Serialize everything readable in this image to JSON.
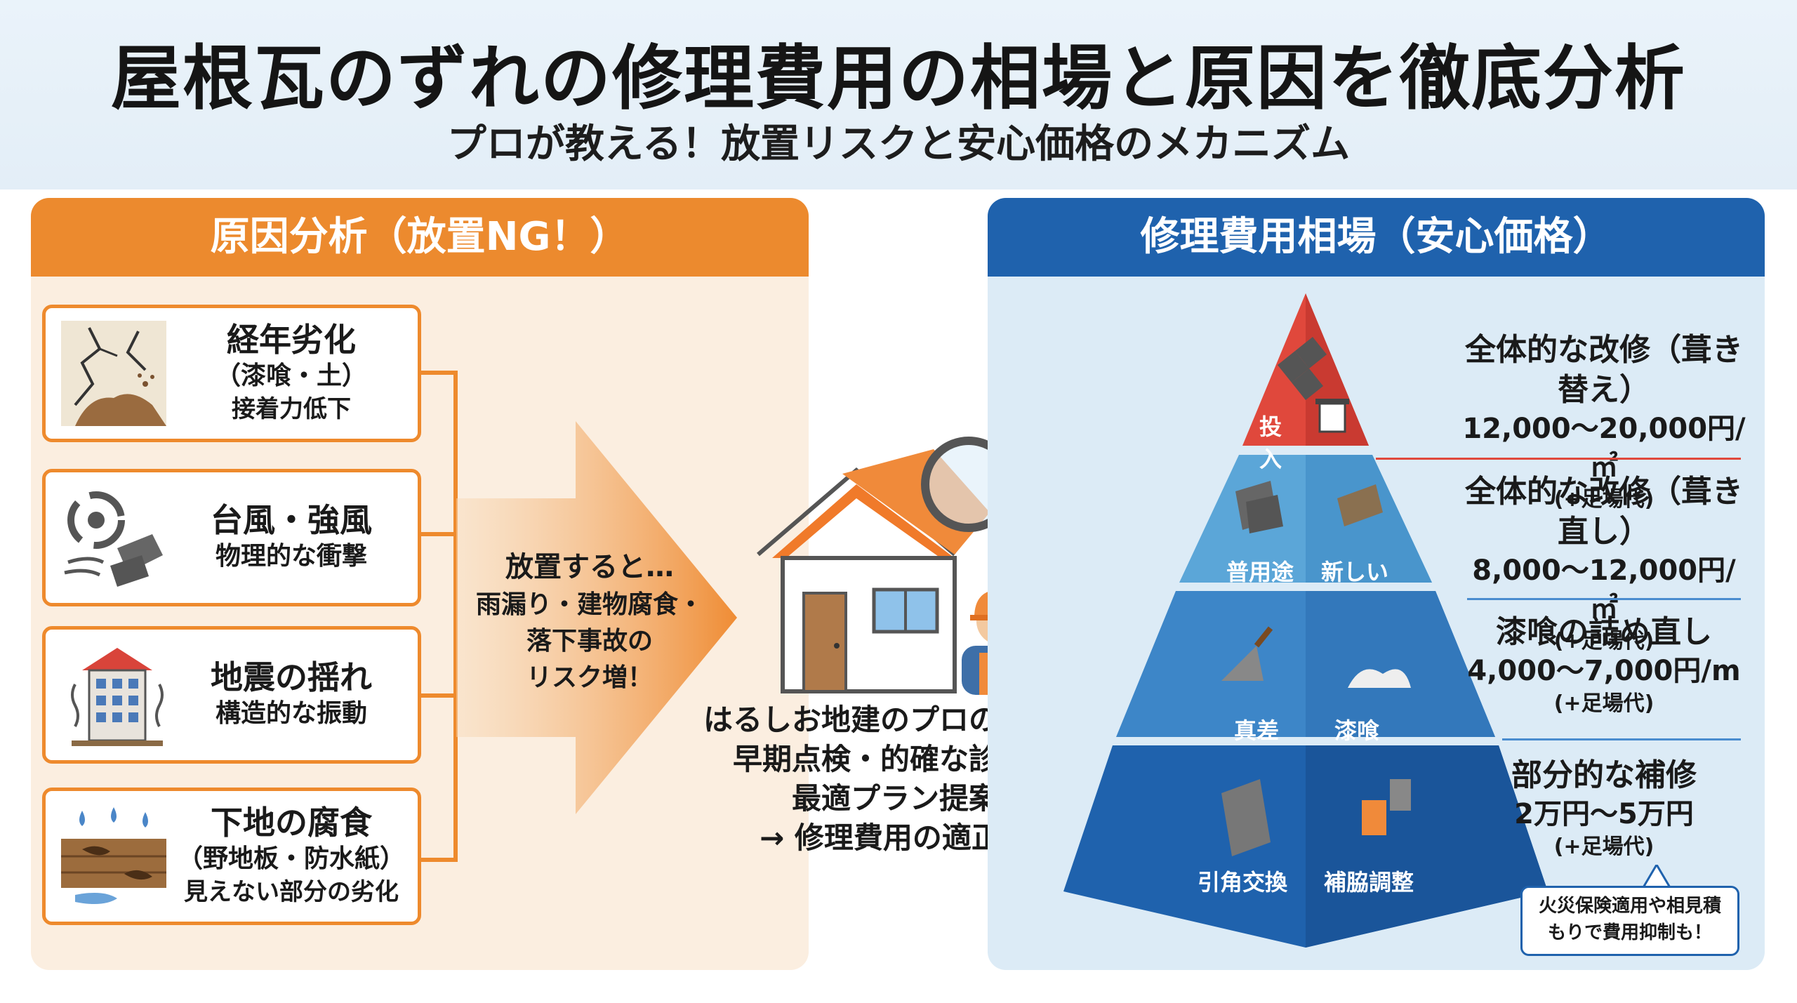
{
  "header": {
    "title": "屋根瓦のずれの修理費用の相場と原因を徹底分析",
    "subtitle": "プロが教える！放置リスクと安心価格のメカニズム"
  },
  "left": {
    "heading": "原因分析（放置NG！）",
    "causes": [
      {
        "title": "経年劣化",
        "line2": "（漆喰・土）",
        "line3": "接着力低下",
        "icon": "cracked-wall-icon"
      },
      {
        "title": "台風・強風",
        "line2": "物理的な衝撃",
        "line3": "",
        "icon": "typhoon-icon"
      },
      {
        "title": "地震の揺れ",
        "line2": "構造的な振動",
        "line3": "",
        "icon": "shaking-building-icon"
      },
      {
        "title": "下地の腐食",
        "line2": "（野地板・防水紙）",
        "line3": "見えない部分の劣化",
        "icon": "rotting-wood-icon"
      }
    ],
    "arrow_title": "放置すると…",
    "arrow_lines": [
      "雨漏り・建物腐食・",
      "落下事故の",
      "リスク増！"
    ]
  },
  "center": {
    "lines": [
      "はるしお地建のプロの対応：",
      "早期点検・的確な診断・",
      "最適プラン提案",
      "→ 修理費用の適正化"
    ]
  },
  "right": {
    "heading": "修理費用相場（安心価格）",
    "pyramid_labels": {
      "top": "投入",
      "tier2_left": "普用途",
      "tier2_right": "新しい",
      "tier3_left": "真差",
      "tier3_right": "漆喰",
      "tier4_left": "引角交換",
      "tier4_right": "補脇調整"
    },
    "tiers": [
      {
        "name": "全体的な改修（葺き替え）",
        "price": "12,000〜20,000円/㎡",
        "sub": "(+足場代)"
      },
      {
        "name": "全体的な改修（葺き直し）",
        "price": "8,000〜12,000円/㎡",
        "sub": "(+足場代)"
      },
      {
        "name": "漆喰の詰め直し",
        "price": "4,000〜7,000円/m",
        "sub": "(+足場代)"
      },
      {
        "name": "部分的な補修",
        "price": "2万円〜5万円",
        "sub": "(+足場代)"
      }
    ],
    "note_lines": [
      "火災保険適用や相見積",
      "もりで費用抑制も！"
    ]
  },
  "colors": {
    "orange": "#ec8a2e",
    "blue": "#1f62ad",
    "red": "#e0483c"
  }
}
